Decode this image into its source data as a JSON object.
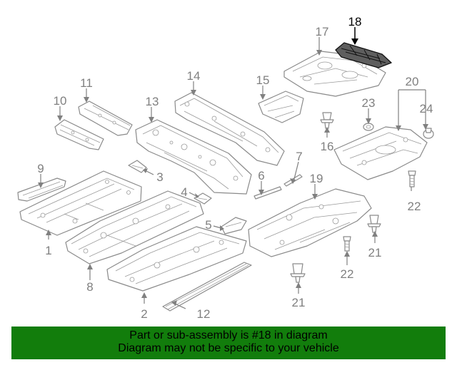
{
  "diagram": {
    "highlighted_part": "18",
    "part_labels": [
      "1",
      "2",
      "3",
      "4",
      "5",
      "6",
      "7",
      "8",
      "9",
      "10",
      "11",
      "12",
      "13",
      "14",
      "15",
      "16",
      "17",
      "18",
      "19",
      "20",
      "21",
      "21",
      "22",
      "22",
      "23",
      "24"
    ]
  },
  "colors": {
    "banner_background": "#127d0c",
    "banner_text": "#000000",
    "line_art": "#8a8a8a",
    "highlight": "#111111"
  },
  "banner": {
    "line1": "Part or sub-assembly is #18 in diagram",
    "line2": "Diagram may not be specific to your vehicle"
  }
}
